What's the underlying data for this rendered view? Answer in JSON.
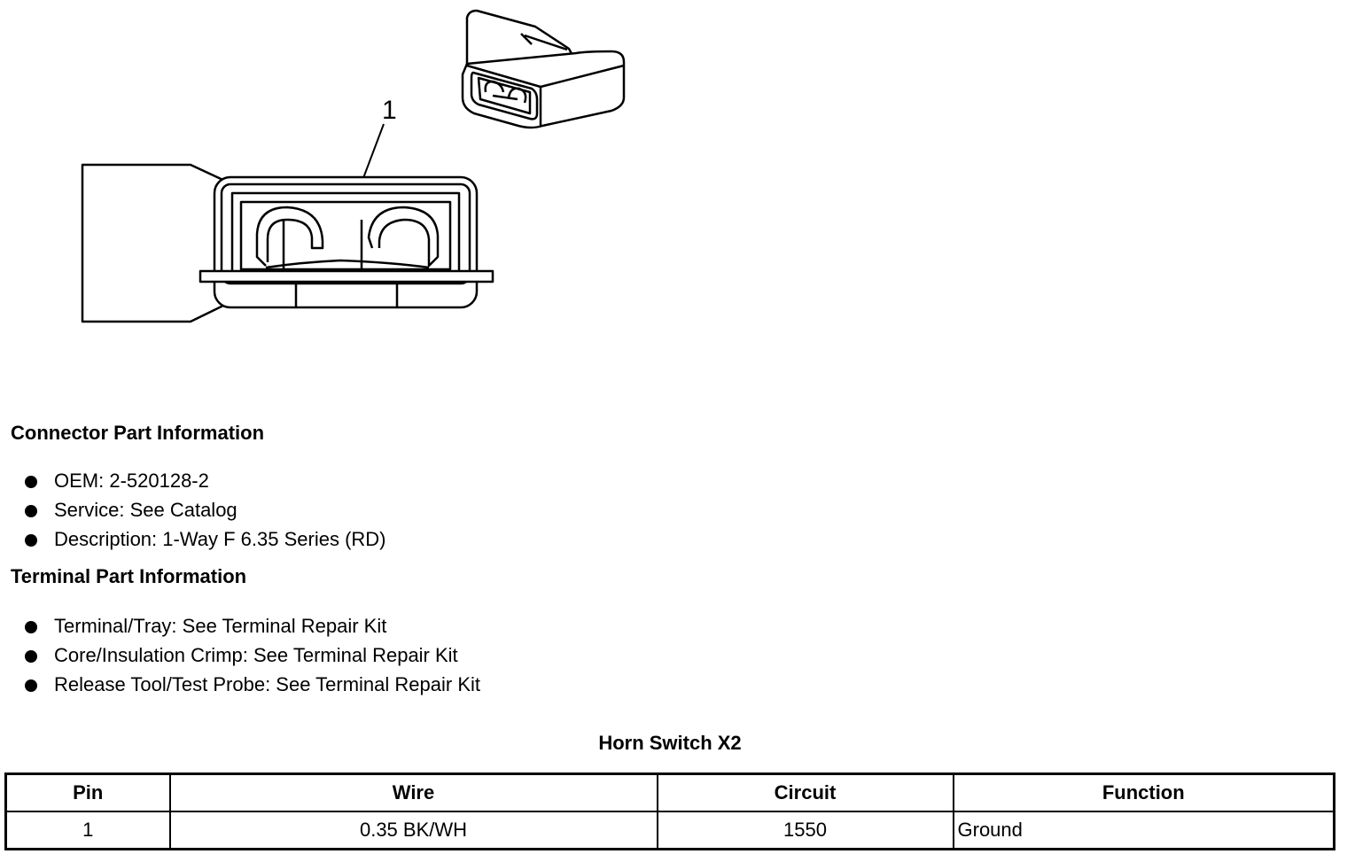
{
  "illustration": {
    "callout_label": "1"
  },
  "connector_section": {
    "title": "Connector Part Information",
    "items": [
      "OEM: 2-520128-2",
      "Service: See Catalog",
      "Description: 1-Way F 6.35 Series (RD)"
    ]
  },
  "terminal_section": {
    "title": "Terminal Part Information",
    "items": [
      "Terminal/Tray: See Terminal Repair Kit",
      "Core/Insulation Crimp: See Terminal Repair Kit",
      "Release Tool/Test Probe: See Terminal Repair Kit"
    ]
  },
  "pin_table": {
    "title": "Horn Switch X2",
    "headers": [
      "Pin",
      "Wire",
      "Circuit",
      "Function"
    ],
    "rows": [
      [
        "1",
        "0.35 BK/WH",
        "1550",
        "Ground"
      ]
    ]
  }
}
